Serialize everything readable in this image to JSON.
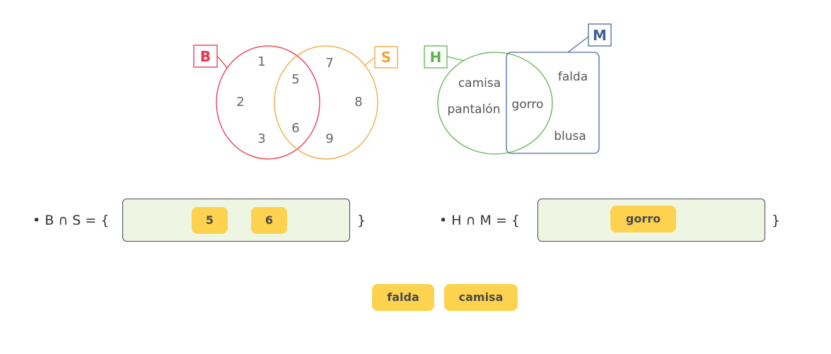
{
  "venn1": {
    "label_b": "B",
    "label_s": "S",
    "b_only": [
      "1",
      "2",
      "3"
    ],
    "both": [
      "5",
      "6"
    ],
    "s_only": [
      "7",
      "8",
      "9"
    ],
    "colors": {
      "b": "#e8324a",
      "s": "#f0a535"
    }
  },
  "venn2": {
    "label_h": "H",
    "label_m": "M",
    "h_only": [
      "camisa",
      "pantalón"
    ],
    "both": [
      "gorro"
    ],
    "m_only": [
      "falda",
      "blusa"
    ],
    "colors": {
      "h": "#5bb548",
      "m": "#4a6a9a"
    }
  },
  "equation1": {
    "text": "• B ∩ S = {",
    "close": "}",
    "placed": [
      "5",
      "6"
    ]
  },
  "equation2": {
    "text": "• H ∩ M = {",
    "close": "}",
    "placed": [
      "gorro"
    ]
  },
  "bank": [
    "falda",
    "camisa"
  ],
  "colors": {
    "chip": "#fdd24f",
    "dropbox_bg": "#eef6e3"
  }
}
